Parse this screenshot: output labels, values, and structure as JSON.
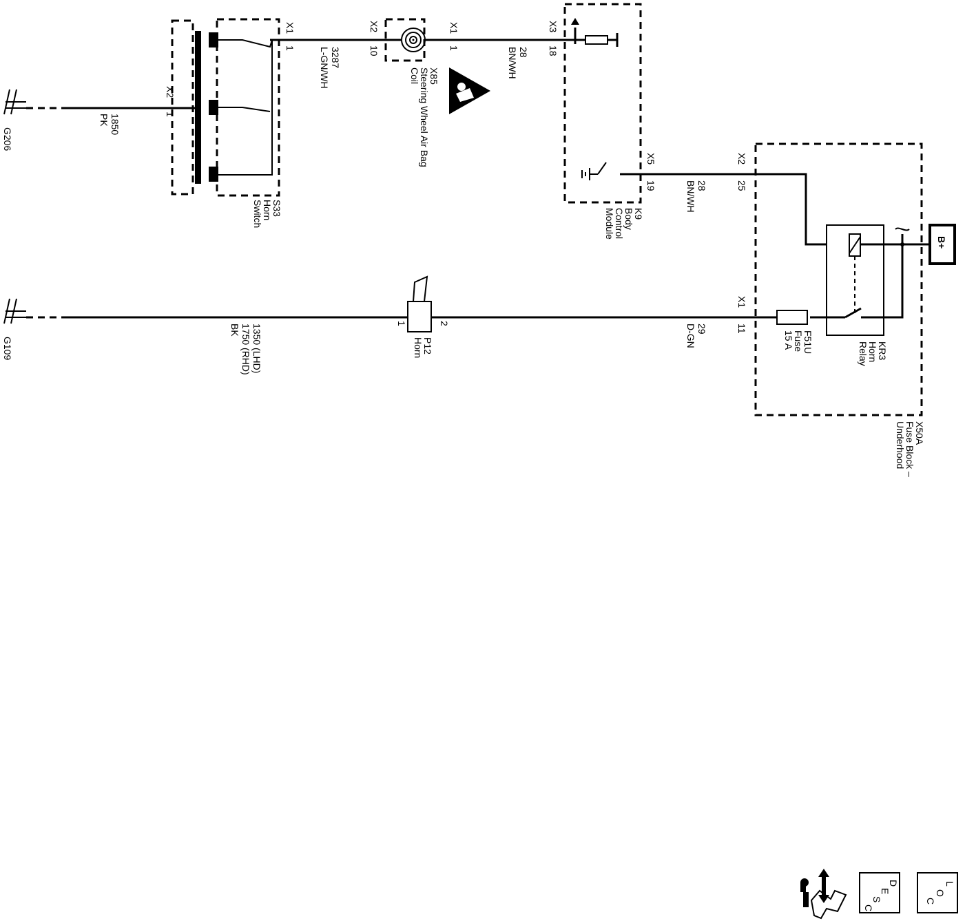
{
  "grounds": {
    "g206": "G206",
    "g109": "G109"
  },
  "wires": {
    "w1850": {
      "circuit": "1850",
      "color": "PK"
    },
    "w3287": {
      "circuit": "3287",
      "color": "L-GN/WH"
    },
    "w28a": {
      "circuit": "28",
      "color": "BN/WH"
    },
    "w28b": {
      "circuit": "28",
      "color": "BN/WH"
    },
    "w1350": {
      "circuit_lhd": "1350 (LHD)",
      "circuit_rhd": "1750 (RHD)",
      "color": "BK"
    },
    "w29": {
      "circuit": "29",
      "color": "D-GN"
    }
  },
  "components": {
    "horn_switch": {
      "id": "S33",
      "line1": "Horn",
      "line2": "Switch"
    },
    "airbag_coil": {
      "id": "X85",
      "line1": "Steering Wheel Air Bag",
      "line2": "Coil"
    },
    "bcm": {
      "id": "K9",
      "line1": "Body",
      "line2": "Control",
      "line3": "Module"
    },
    "fuse_block": {
      "id": "X50A",
      "line1": "Fuse Block –",
      "line2": "Underhood"
    },
    "horn": {
      "id": "P12",
      "line1": "Horn"
    },
    "fuse": {
      "id": "F51U",
      "line1": "Fuse",
      "line2": "15 A"
    },
    "relay": {
      "id": "KR3",
      "line1": "Horn",
      "line2": "Relay"
    },
    "battery": {
      "label": "B+"
    }
  },
  "connectors": {
    "sw_x2": {
      "conn": "X2",
      "pin": "1"
    },
    "sw_x1": {
      "conn": "X1",
      "pin": "1"
    },
    "coil_x2": {
      "conn": "X2",
      "pin": "10"
    },
    "coil_x1": {
      "conn": "X1",
      "pin": "1"
    },
    "bcm_x3": {
      "conn": "X3",
      "pin": "18"
    },
    "bcm_x5": {
      "conn": "X5",
      "pin": "19"
    },
    "fb_x2": {
      "conn": "X2",
      "pin": "25"
    },
    "fb_x1": {
      "conn": "X1",
      "pin": "11"
    },
    "horn_pin1": {
      "pin": "1"
    },
    "horn_pin2": {
      "pin": "2"
    }
  },
  "nav": {
    "desc": {
      "l1": "D",
      "l2": "E",
      "l3": "S",
      "l4": "C"
    },
    "loc": {
      "l1": "L",
      "l2": "O",
      "l3": "C"
    }
  }
}
